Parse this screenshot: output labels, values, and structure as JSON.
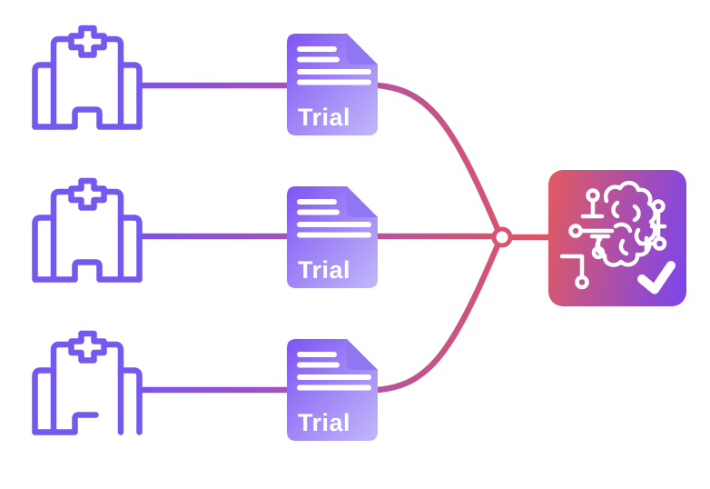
{
  "diagram": {
    "description": "Three hospitals each linked to a Trial document; all trials converge at a junction node feeding an AI brain analysis module",
    "trial_documents": [
      {
        "label": "Trial"
      },
      {
        "label": "Trial"
      },
      {
        "label": "Trial"
      }
    ],
    "colors": {
      "background": "#ffffff",
      "hospital_stroke": "#7559ee",
      "connector_start": "#7b52ee",
      "connector_end": "#e4545e",
      "document_top": "#7e54f2",
      "document_bottom": "#c2b8fa",
      "document_fold": "#9176f3",
      "document_lines": "#ffffff",
      "ai_box_start": "#e25a5f",
      "ai_box_end": "#7a45ee",
      "ai_art_stroke": "#ffffff",
      "junction_fill": "#ffffff"
    },
    "icons": {
      "hospital": "hospital-building-icon",
      "document": "trial-document-icon",
      "ai": "brain-circuit-icon",
      "check": "checkmark-icon",
      "junction": "junction-node-circle"
    }
  }
}
